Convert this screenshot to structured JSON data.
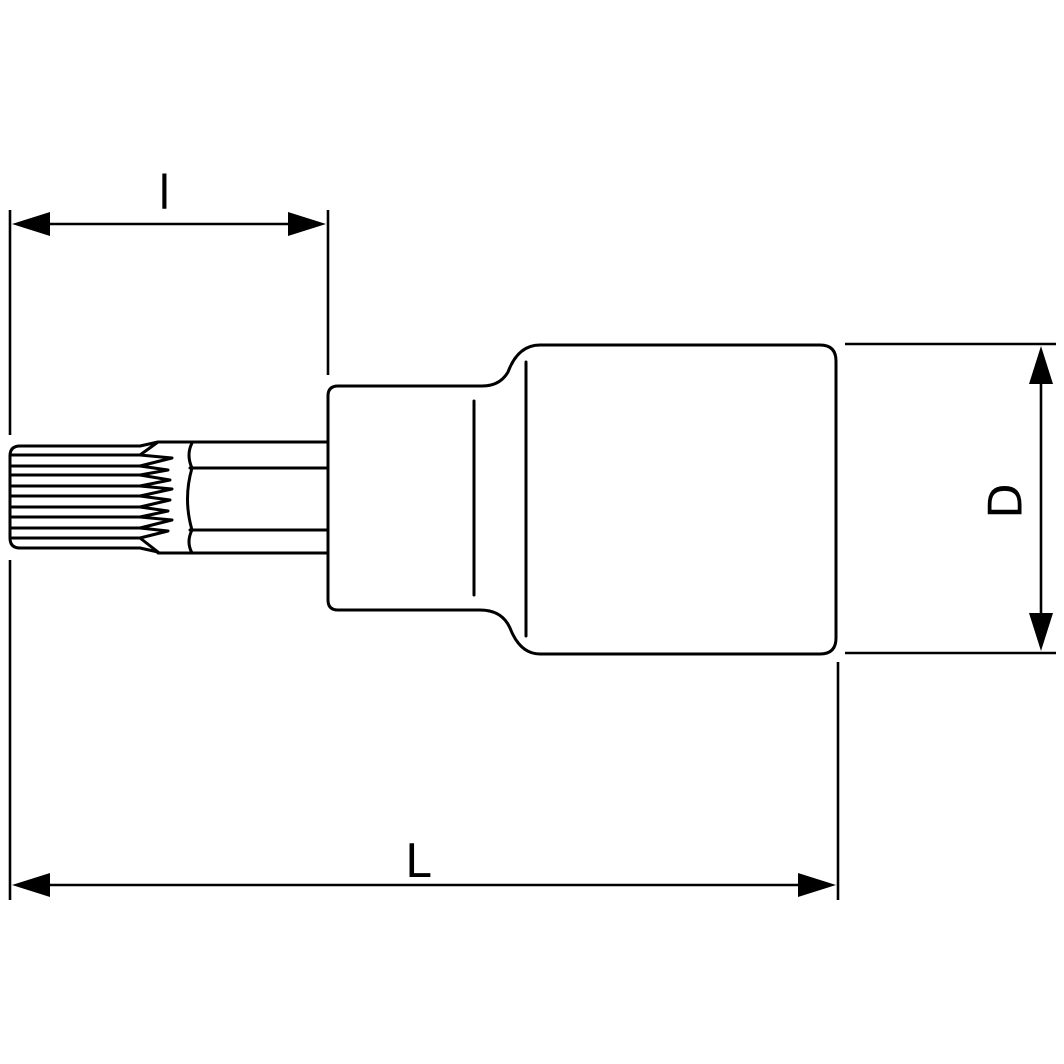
{
  "diagram": {
    "subject": "Spline socket bit (XZN) technical drawing",
    "line_color": "#000000",
    "background": "#ffffff",
    "dimensions": {
      "bit_length_label": "l",
      "overall_length_label": "L",
      "diameter_label": "D"
    }
  }
}
